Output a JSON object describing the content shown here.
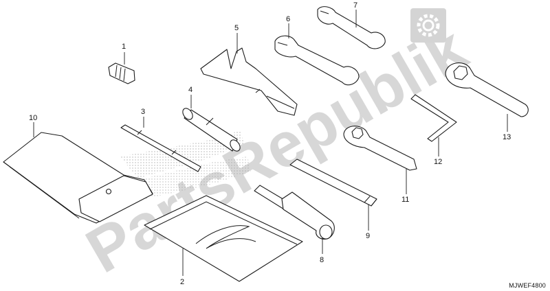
{
  "watermark": {
    "text": "PartsRepublik",
    "icon": "gear-icon"
  },
  "diagram_code": "MJWEF4800",
  "callouts": [
    "1",
    "2",
    "3",
    "4",
    "5",
    "6",
    "7",
    "8",
    "9",
    "10",
    "11",
    "12",
    "13"
  ]
}
